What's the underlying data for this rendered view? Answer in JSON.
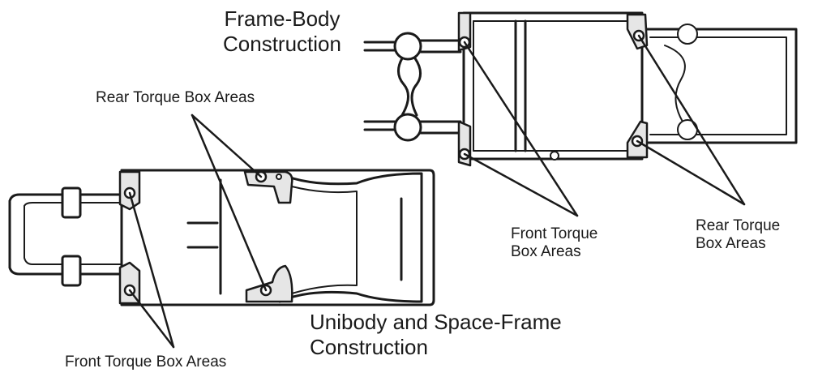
{
  "diagram": {
    "frame_body_title": [
      "Frame-Body",
      "Construction"
    ],
    "unibody_title": [
      "Unibody and Space-Frame",
      "Construction"
    ],
    "rear_torque_top": "Rear Torque Box Areas",
    "front_torque_bottom": "Front Torque Box Areas",
    "front_torque_right": [
      "Front Torque",
      "Box Areas"
    ],
    "rear_torque_right": [
      "Rear Torque",
      "Box Areas"
    ]
  },
  "colors": {
    "ink": "#1a1a1a",
    "speckle": "#d9d9d9",
    "paper": "#ffffff"
  }
}
